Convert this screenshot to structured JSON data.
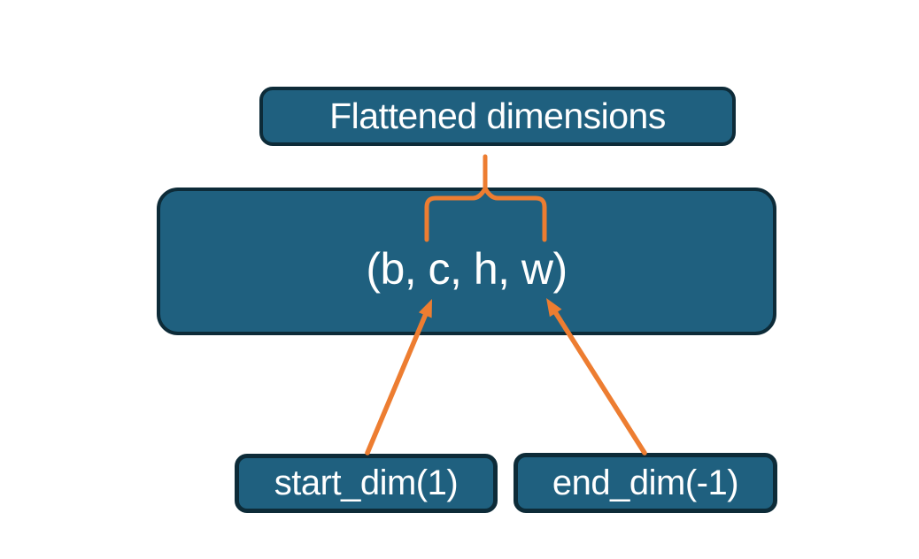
{
  "diagram": {
    "title_box": {
      "label": "Flattened dimensions"
    },
    "tensor_box": {
      "label": "(b, c, h, w)"
    },
    "start_dim_box": {
      "label": "start_dim(1)"
    },
    "end_dim_box": {
      "label": "end_dim(-1)"
    }
  },
  "colors": {
    "background": "#ffffff",
    "box_fill": "#1f607f",
    "box_border": "#0d2b38",
    "label_text": "#ffffff",
    "connector_orange": "#ed7d31"
  }
}
